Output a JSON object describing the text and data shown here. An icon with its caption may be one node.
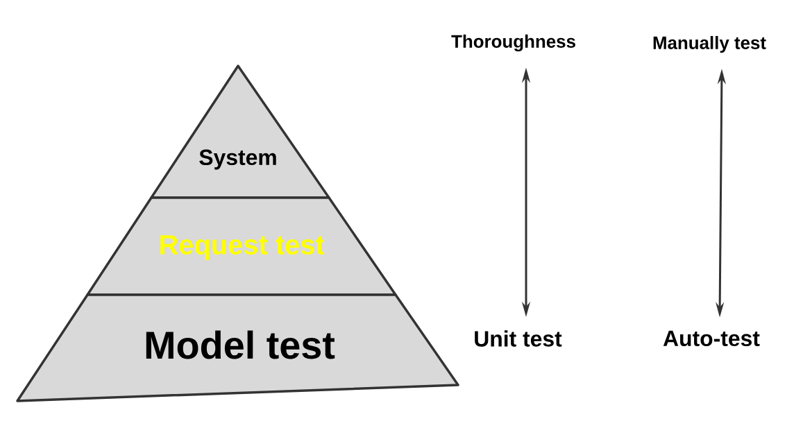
{
  "diagram": {
    "nodes": [
      {
        "text": [
          "System"
        ]
      },
      {
        "text": [
          "Request test"
        ]
      },
      {
        "text": [
          "Model test"
        ]
      },
      {
        "text": [
          "Thoroughness"
        ]
      },
      {
        "text": [
          "Manually test"
        ]
      },
      {
        "text": [
          "Unit test"
        ]
      },
      {
        "text": [
          "Auto-test"
        ]
      }
    ],
    "edges": [
      {
        "from": 3,
        "to": 5,
        "arrow": "both"
      },
      {
        "from": 4,
        "to": 6,
        "arrow": "both"
      }
    ]
  }
}
